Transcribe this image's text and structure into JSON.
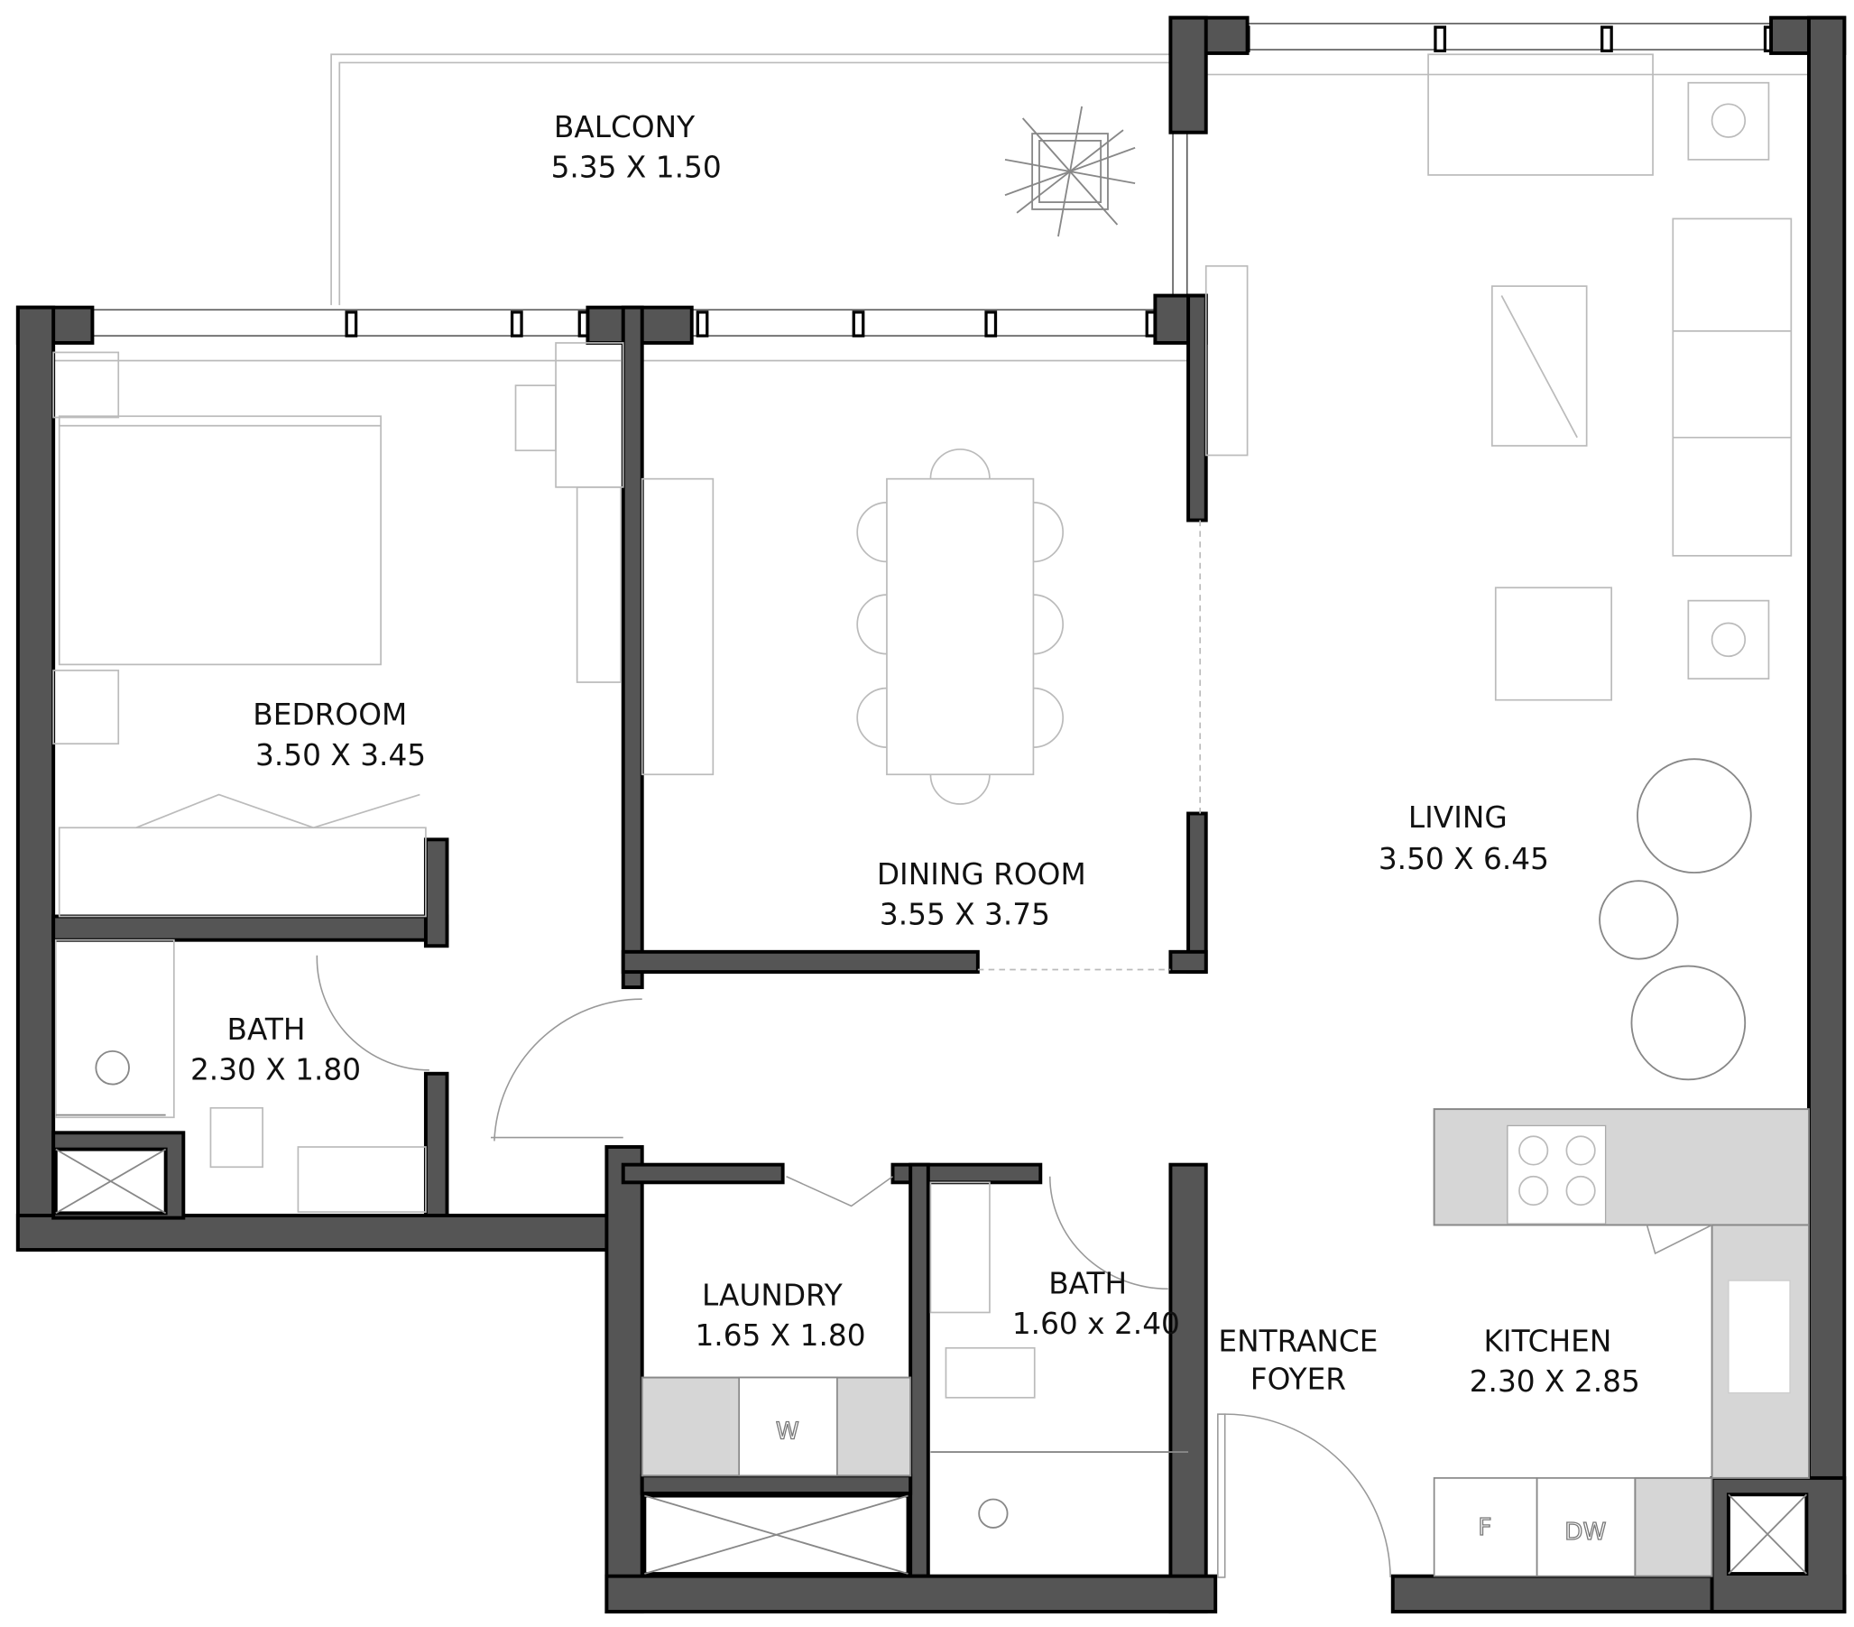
{
  "plan": {
    "rooms": [
      {
        "name": "BALCONY",
        "size": "5.35 X 1.50"
      },
      {
        "name": "BEDROOM",
        "size": "3.50 X 3.45"
      },
      {
        "name": "DINING ROOM",
        "size": "3.55 X 3.75"
      },
      {
        "name": "LIVING",
        "size": "3.50 X 6.45"
      },
      {
        "name": "BATH",
        "size": "2.30 X 1.80"
      },
      {
        "name": "LAUNDRY",
        "size": "1.65 X 1.80"
      },
      {
        "name": "BATH",
        "size": "1.60 x 2.40"
      },
      {
        "name": "ENTRANCE",
        "size": "FOYER"
      },
      {
        "name": "KITCHEN",
        "size": "2.30 X 2.85"
      }
    ],
    "appliances": {
      "washer": "W",
      "fridge": "F",
      "dishwasher": "DW"
    },
    "colors": {
      "wall": "#555555",
      "cabinet": "#d6d6d6"
    }
  }
}
